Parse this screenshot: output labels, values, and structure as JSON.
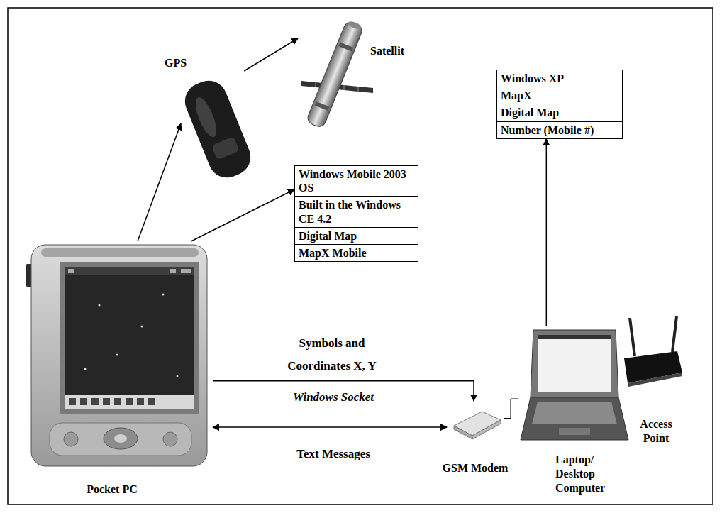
{
  "diagram": {
    "nodes": [
      {
        "text": [
          "GPS"
        ]
      },
      {
        "text": [
          "Satellit"
        ]
      },
      {
        "text": [
          "Windows XP",
          "MapX",
          "Digital Map",
          "Number (Mobile #)"
        ]
      },
      {
        "text": [
          "Windows Mobile 2003 OS",
          "Built in the Windows CE 4.2",
          "Digital Map",
          "MapX Mobile"
        ]
      },
      {
        "text": [
          "Pocket PC"
        ]
      },
      {
        "text": [
          "GSM Modem"
        ]
      },
      {
        "text": [
          "Laptop/ Desktop Computer"
        ]
      },
      {
        "text": [
          "Access Point"
        ]
      }
    ],
    "edges": [
      {
        "from": 4,
        "to": 0,
        "arrow": "to"
      },
      {
        "from": 0,
        "to": 1,
        "arrow": "to"
      },
      {
        "from": 4,
        "to": 3,
        "arrow": "to"
      },
      {
        "from": 6,
        "to": 2,
        "arrow": "to"
      },
      {
        "from": 4,
        "to": 5,
        "arrow": "to",
        "label": "Symbols and Coordinates X, Y"
      },
      {
        "from": 4,
        "to": 5,
        "arrow": "both",
        "label": "Text Messages"
      },
      {
        "from": 5,
        "to": 6,
        "arrow": "none"
      }
    ],
    "labels": [
      "Windows Socket"
    ]
  }
}
